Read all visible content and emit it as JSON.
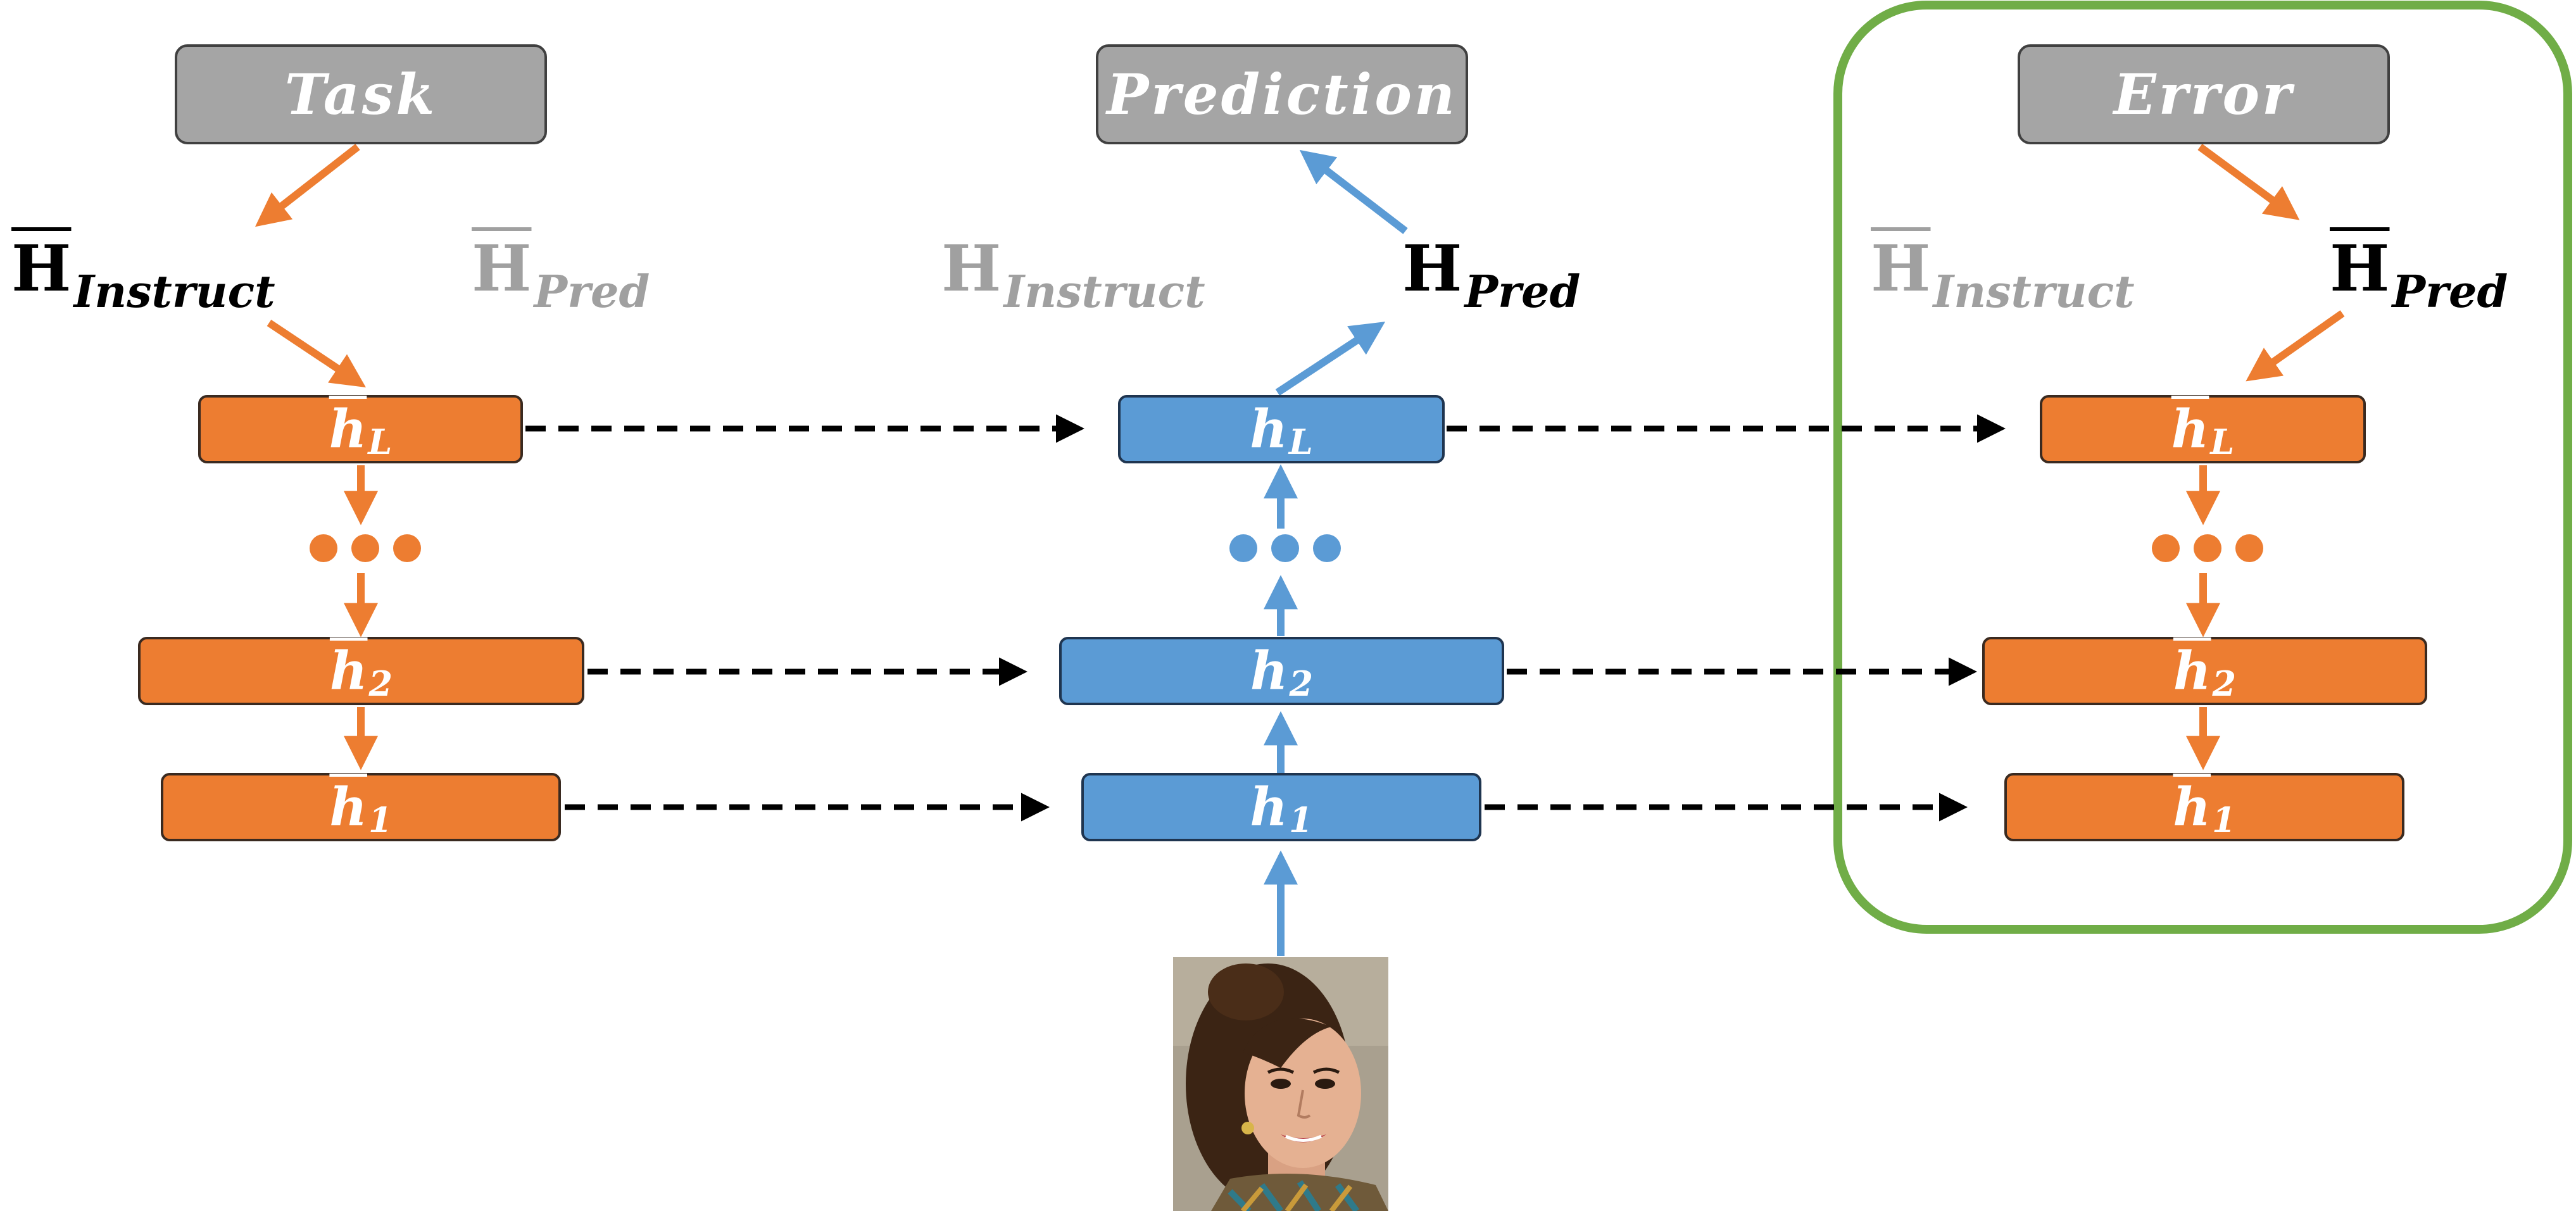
{
  "colors": {
    "orange": "#ED7D31",
    "blue": "#5B9BD5",
    "gray_box": "#A5A5A5",
    "green_frame": "#70AD47",
    "black": "#000000",
    "faded": "#A0A0A0"
  },
  "headers": {
    "task": "Task",
    "prediction": "Prediction",
    "error": "Error"
  },
  "labels": {
    "left_instruct": {
      "main": "H",
      "sub": "Instruct"
    },
    "left_pred": {
      "main": "H",
      "sub": "Pred"
    },
    "mid_instruct": {
      "main": "H",
      "sub": "Instruct"
    },
    "mid_pred": {
      "main": "H",
      "sub": "Pred"
    },
    "right_instruct": {
      "main": "H",
      "sub": "Instruct"
    },
    "right_pred": {
      "main": "H",
      "sub": "Pred"
    }
  },
  "layers": {
    "left": [
      {
        "main": "h",
        "sub": "L"
      },
      {
        "main": "h",
        "sub": "2"
      },
      {
        "main": "h",
        "sub": "1"
      }
    ],
    "middle": [
      {
        "main": "h",
        "sub": "L"
      },
      {
        "main": "h",
        "sub": "2"
      },
      {
        "main": "h",
        "sub": "1"
      }
    ],
    "right": [
      {
        "main": "h",
        "sub": "L"
      },
      {
        "main": "h",
        "sub": "2"
      },
      {
        "main": "h",
        "sub": "1"
      }
    ]
  },
  "icons": {
    "input_image": "portrait-photo"
  }
}
